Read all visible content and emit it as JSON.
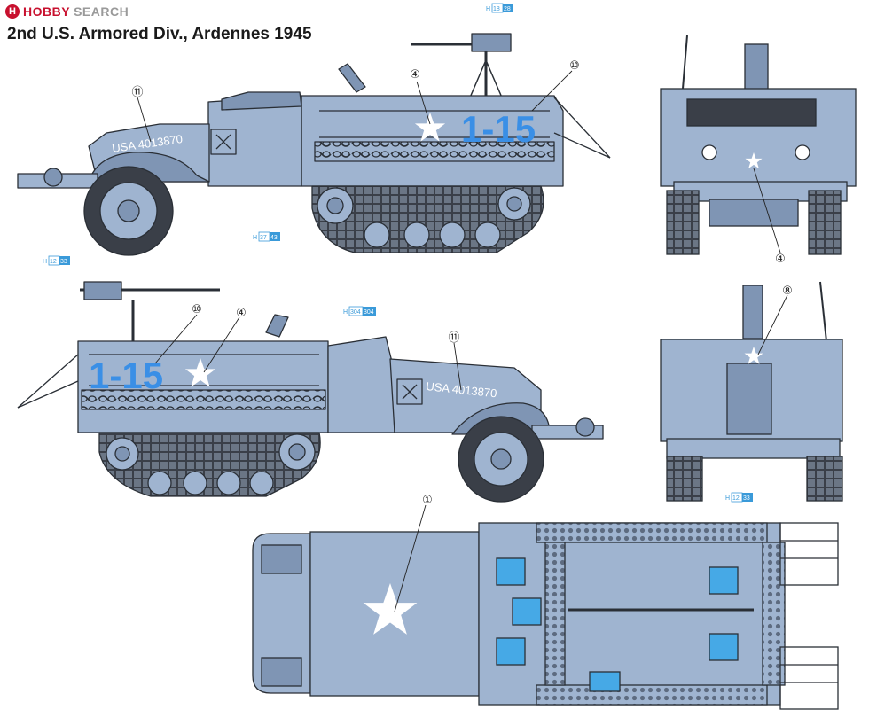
{
  "watermark": {
    "brand_red": "HOBBY",
    "brand_gray": "SEARCH",
    "badge": "H"
  },
  "title": "2nd U.S. Armored Div., Ardennes 1945",
  "colors": {
    "paint": "#9fb4d0",
    "paint_dark": "#7f95b4",
    "outline": "#2a2f36",
    "marking": "#3a8fe6",
    "star": "#ffffff",
    "callout_box": "#3a9ad9"
  },
  "markings": {
    "unit_code": "1-15",
    "serial": "USA 4013870"
  },
  "callouts": [
    {
      "id": "c1",
      "number": "①"
    },
    {
      "id": "c4a",
      "number": "④"
    },
    {
      "id": "c4b",
      "number": "④"
    },
    {
      "id": "c4c",
      "number": "④"
    },
    {
      "id": "c8",
      "number": "⑧"
    },
    {
      "id": "c10a",
      "number": "⑩"
    },
    {
      "id": "c10b",
      "number": "⑩"
    },
    {
      "id": "c11a",
      "number": "⑪"
    },
    {
      "id": "c11b",
      "number": "⑪"
    }
  ],
  "color_codes": [
    {
      "id": "h1",
      "prefix": "H",
      "a": "18",
      "b": "28"
    },
    {
      "id": "h2",
      "prefix": "H",
      "a": "37",
      "b": "43"
    },
    {
      "id": "h3",
      "prefix": "H",
      "a": "12",
      "b": "33"
    },
    {
      "id": "h4",
      "prefix": "H",
      "a": "304",
      "b": "304"
    },
    {
      "id": "h5",
      "prefix": "H",
      "a": "12",
      "b": "33"
    }
  ]
}
